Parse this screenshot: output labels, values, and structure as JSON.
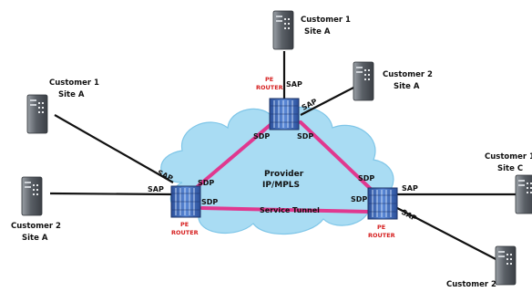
{
  "colors": {
    "cloud_fill": "#a9dcf3",
    "cloud_stroke": "#7fc6e8",
    "tunnel": "#e0388f",
    "router_label": "#d62020",
    "router_body": "#3e6ec0",
    "server_body": "#7a7f86"
  },
  "cloud": {
    "line1": "Provider",
    "line2": "IP/MPLS",
    "tunnel_label": "Service Tunnel"
  },
  "routers": {
    "top": {
      "line1": "PE",
      "line2": "ROUTER"
    },
    "left": {
      "line1": "PE",
      "line2": "ROUTER"
    },
    "right": {
      "line1": "PE",
      "line2": "ROUTER"
    }
  },
  "sap_label": "SAP",
  "sdp_label": "SDP",
  "sites": {
    "c1_site_a_top": {
      "line1": "Customer 1",
      "line2": "Site A"
    },
    "c2_site_a_top": {
      "line1": "Customer 2",
      "line2": "Site A"
    },
    "c1_site_a_left": {
      "line1": "Customer 1",
      "line2": "Site A"
    },
    "c2_site_a_left": {
      "line1": "Customer 2",
      "line2": "Site A"
    },
    "c1_site_c": {
      "line1": "Customer 1",
      "line2": "Site C"
    },
    "c2_bottom": {
      "line1": "Customer 2"
    }
  },
  "icons": {
    "router": "pe-router-icon",
    "server": "server-tower-icon"
  }
}
